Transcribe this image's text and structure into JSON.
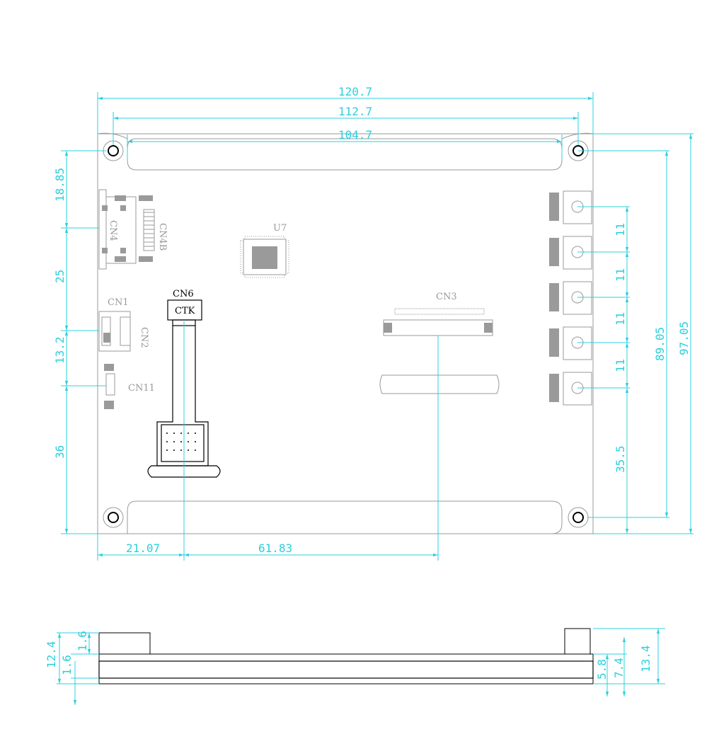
{
  "top_view": {
    "dimensions": {
      "width_outer": "120.7",
      "width_holes": "112.7",
      "width_cutout": "104.7",
      "left_18_85": "18.85",
      "left_25": "25",
      "left_13_2": "13.2",
      "left_36": "36",
      "right_11_a": "11",
      "right_11_b": "11",
      "right_11_c": "11",
      "right_11_d": "11",
      "right_35_5": "35.5",
      "right_89_05": "89.05",
      "right_97_05": "97.05",
      "bottom_21_07": "21.07",
      "bottom_61_83": "61.83"
    },
    "labels": {
      "cn4": "CN4",
      "cn4b": "CN4B",
      "u7": "U7",
      "cn1": "CN1",
      "cn2": "CN2",
      "cn11": "CN11",
      "cn6": "CN6",
      "ctk": "CTK",
      "cn3": "CN3"
    }
  },
  "side_view": {
    "dimensions": {
      "left_12_4": "12.4",
      "left_1_6_top": "1.6",
      "left_1_6_bottom": "1.6",
      "right_5_8": "5.8",
      "right_7_4": "7.4",
      "right_13_4": "13.4"
    }
  },
  "colors": {
    "dimension": "#2bd0dc",
    "outline": "#9a9a9a",
    "callout": "#000000"
  }
}
